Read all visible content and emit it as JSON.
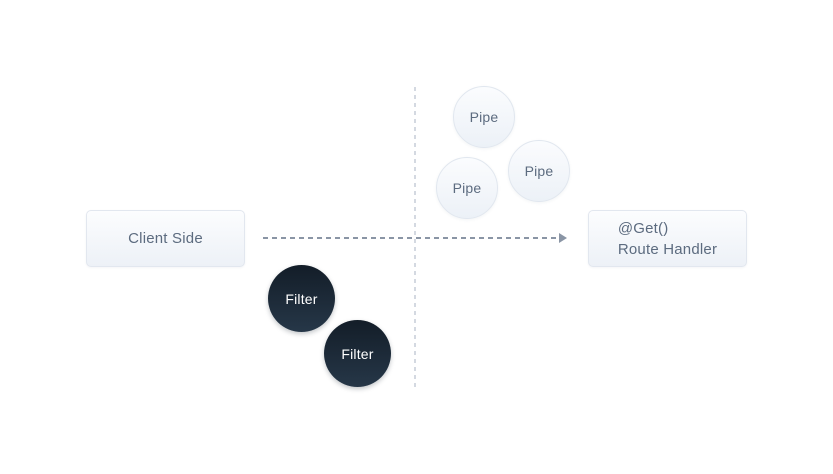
{
  "diagram": {
    "client_box": {
      "label": "Client Side"
    },
    "route_handler_box": {
      "decorator": "@Get()",
      "name": "Route Handler"
    },
    "pipes": [
      {
        "label": "Pipe"
      },
      {
        "label": "Pipe"
      },
      {
        "label": "Pipe"
      }
    ],
    "filters": [
      {
        "label": "Filter"
      },
      {
        "label": "Filter"
      }
    ],
    "colors": {
      "background": "#ffffff",
      "node_text": "#5c6b7f",
      "node_background_top": "#fcfdfe",
      "node_background_bottom": "#edf1f7",
      "node_border": "#e2e7ef",
      "pipe_background_top": "#fbfcfe",
      "pipe_background_bottom": "#ecf1f7",
      "filter_background_top": "#131d28",
      "filter_background_bottom": "#263748",
      "filter_text": "#ffffff",
      "arrow": "#8a95a5",
      "divider": "#d4d9e1"
    }
  }
}
